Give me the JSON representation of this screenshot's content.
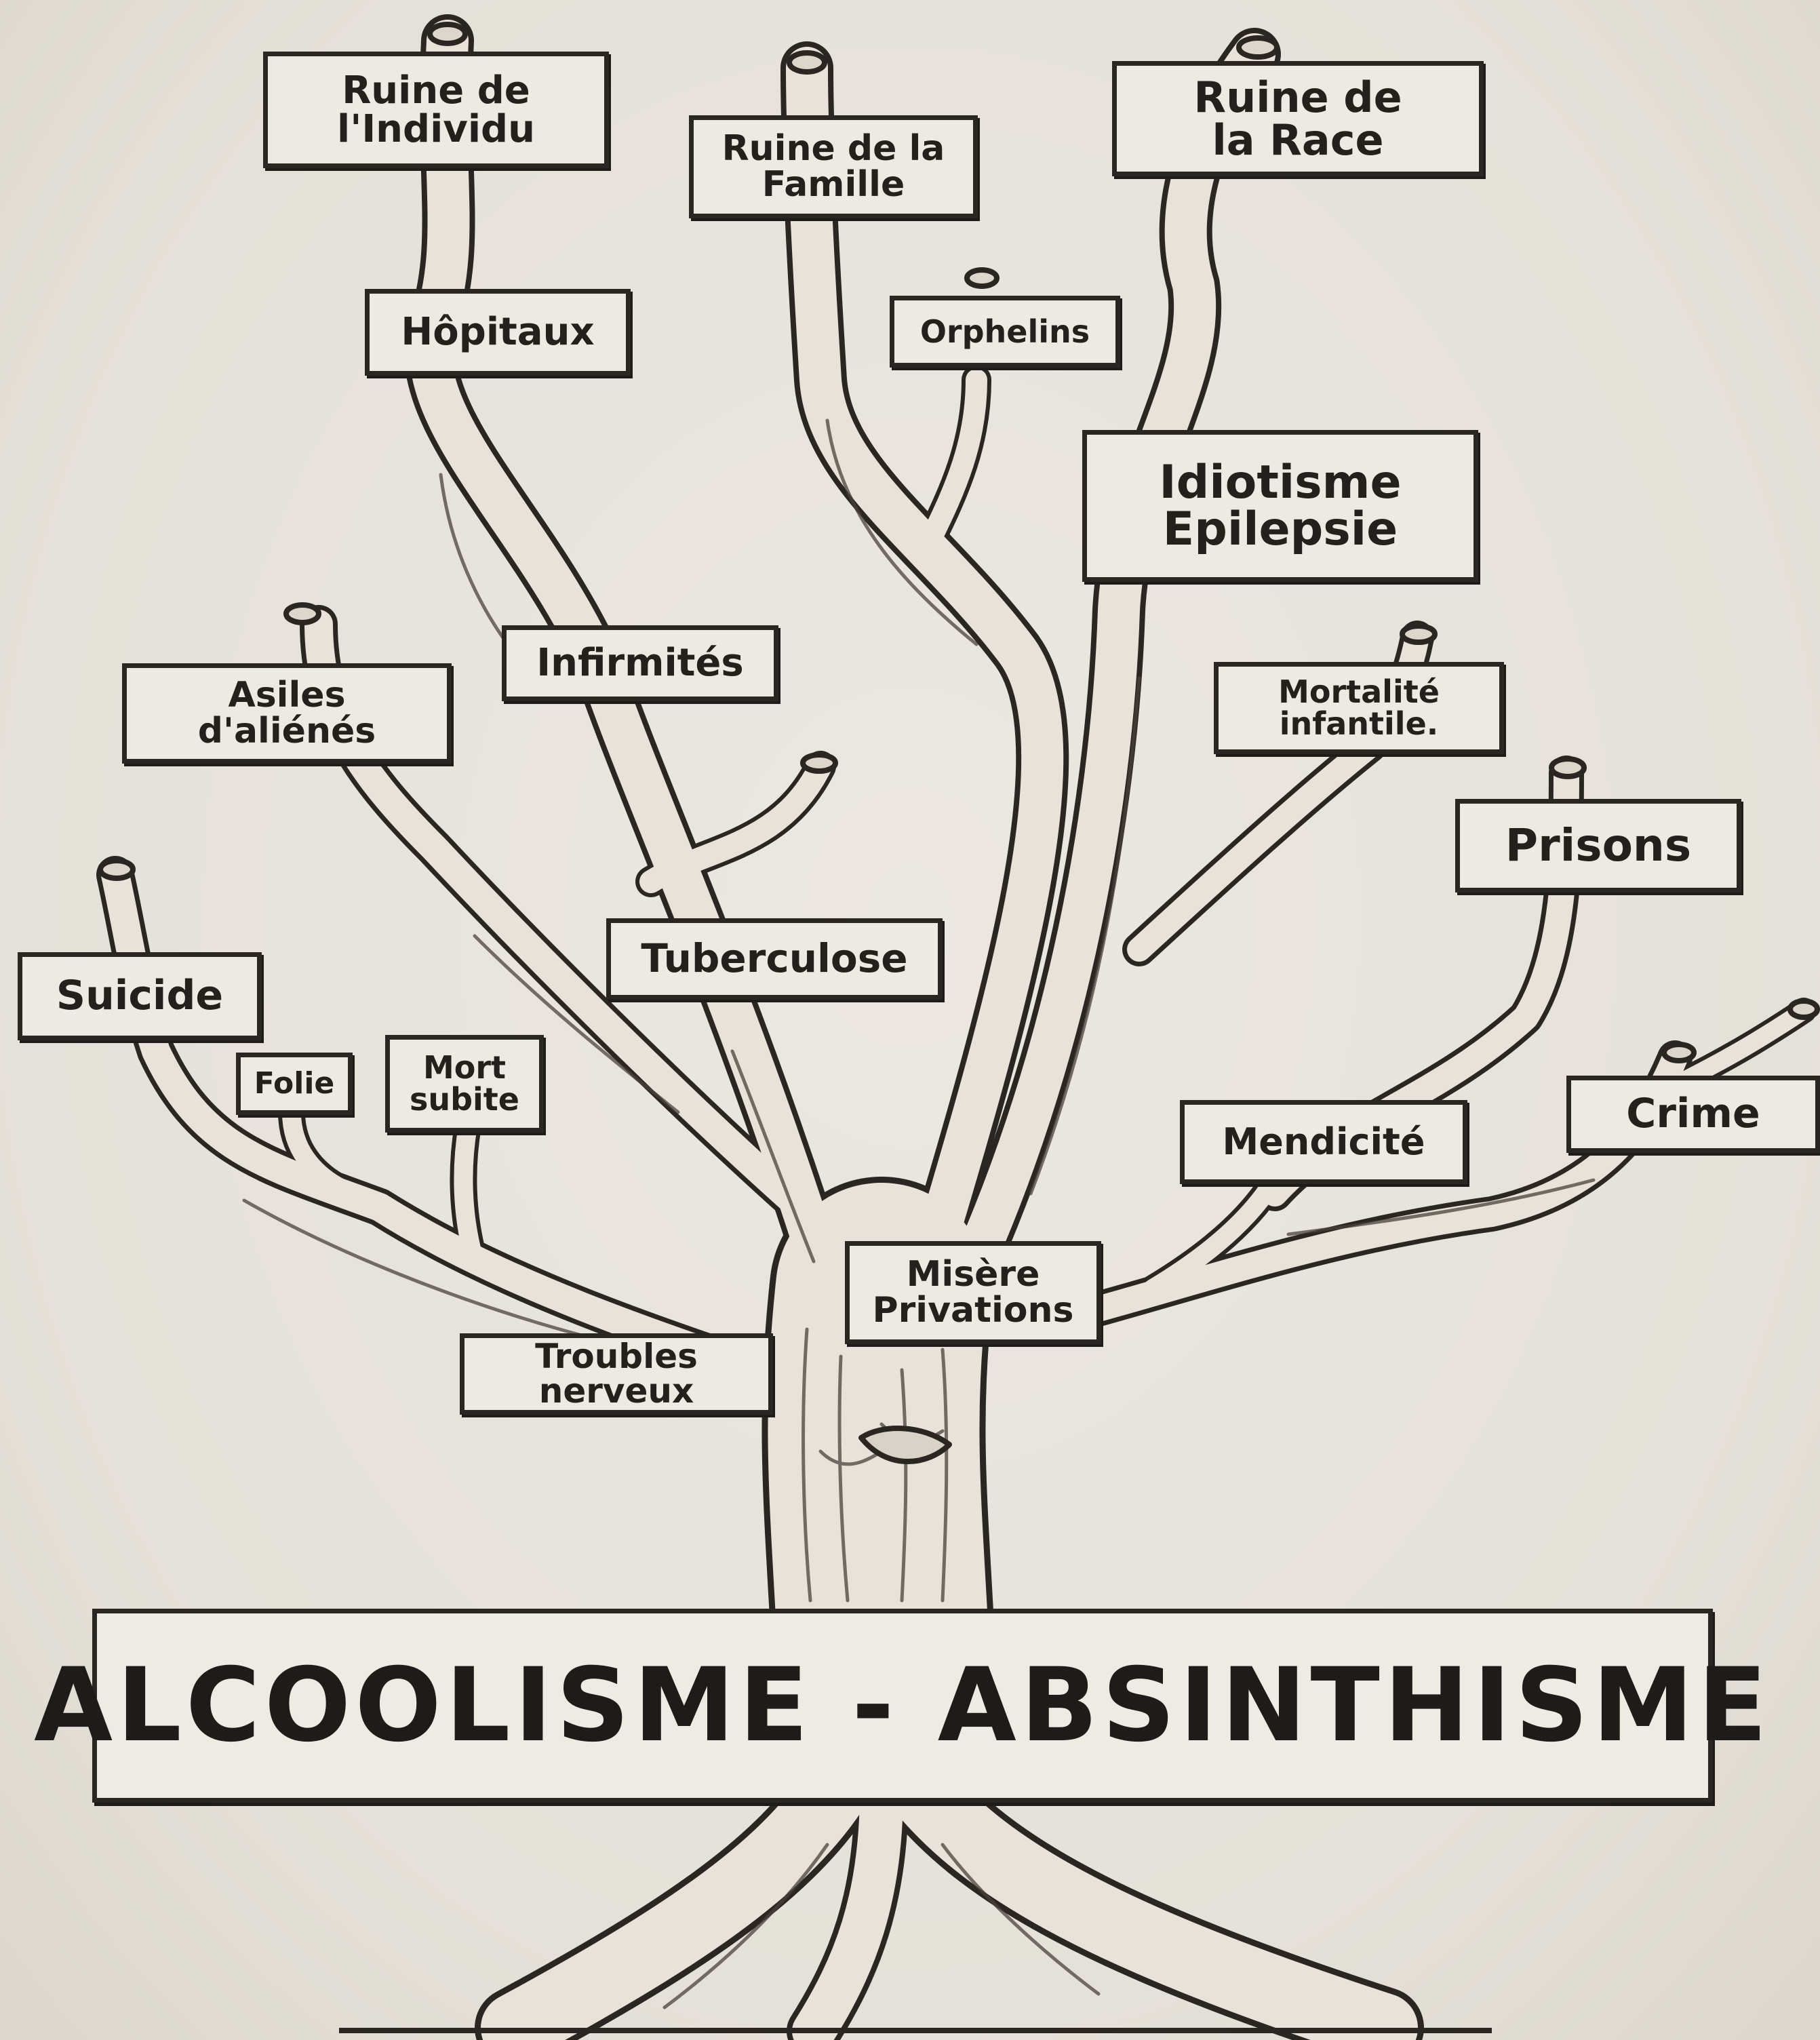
{
  "title": "ALCOOLISME - ABSINTHISME",
  "branch_labels": {
    "ruine_individu": "Ruine de\nl'Individu",
    "ruine_famille": "Ruine de la\nFamille",
    "ruine_race": "Ruine de\nla Race",
    "hopitaux": "Hôpitaux",
    "orphelins": "Orphelins",
    "idiotisme": "Idiotisme\nEpilepsie",
    "infirmites": "Infirmités",
    "asiles": "Asiles\nd'aliénés",
    "mortalite": "Mortalité\ninfantile.",
    "prisons": "Prisons",
    "tuberculose": "Tuberculose",
    "suicide": "Suicide",
    "folie": "Folie",
    "mort_subite": "Mort\nsubite",
    "mendicite": "Mendicité",
    "crime": "Crime",
    "misere": "Misère\nPrivations",
    "troubles": "Troubles\nnerveux"
  }
}
